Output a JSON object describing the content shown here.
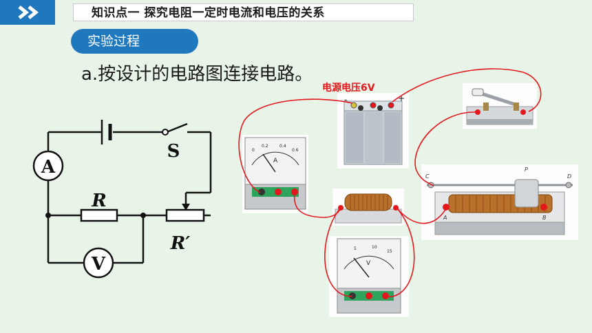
{
  "header": {
    "title": "知识点一  探究电阻一定时电流和电压的关系"
  },
  "section": {
    "label": "实验过程"
  },
  "step": {
    "text": "a.按设计的电路图连接电路。"
  },
  "diagram": {
    "ammeter_symbol": "A",
    "voltmeter_symbol": "V",
    "switch_label": "S",
    "resistor_label": "R",
    "rheostat_label": "R′"
  },
  "photo": {
    "power_label": "电源电压6V",
    "ammeter_unit": "A",
    "voltmeter_unit": "V",
    "ammeter_scale": [
      "0",
      "0.2",
      "0.4",
      "0.6"
    ],
    "voltmeter_scale": [
      "5",
      "10",
      "15"
    ],
    "rheostat_terminals": [
      "C",
      "P",
      "D",
      "A",
      "B"
    ]
  },
  "colors": {
    "accent": "#1f77bd",
    "wire": "#e3171c",
    "background": "#e9f4e8"
  }
}
